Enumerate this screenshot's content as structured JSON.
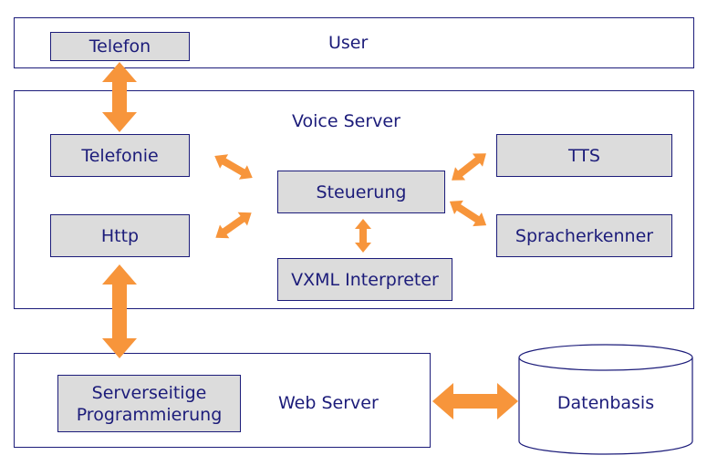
{
  "colors": {
    "stroke": "#1c1c7a",
    "box_fill": "#dcdcdc",
    "arrow": "#f7953b"
  },
  "user": {
    "title": "User",
    "telefon": "Telefon"
  },
  "voice_server": {
    "title": "Voice Server",
    "telefonie": "Telefonie",
    "http": "Http",
    "steuerung": "Steuerung",
    "vxml": "VXML Interpreter",
    "tts": "TTS",
    "spracherkenner": "Spracherkenner"
  },
  "web_server": {
    "title": "Web Server",
    "serverseitige_line1": "Serverseitige",
    "serverseitige_line2": "Programmierung"
  },
  "database": {
    "label": "Datenbasis"
  }
}
